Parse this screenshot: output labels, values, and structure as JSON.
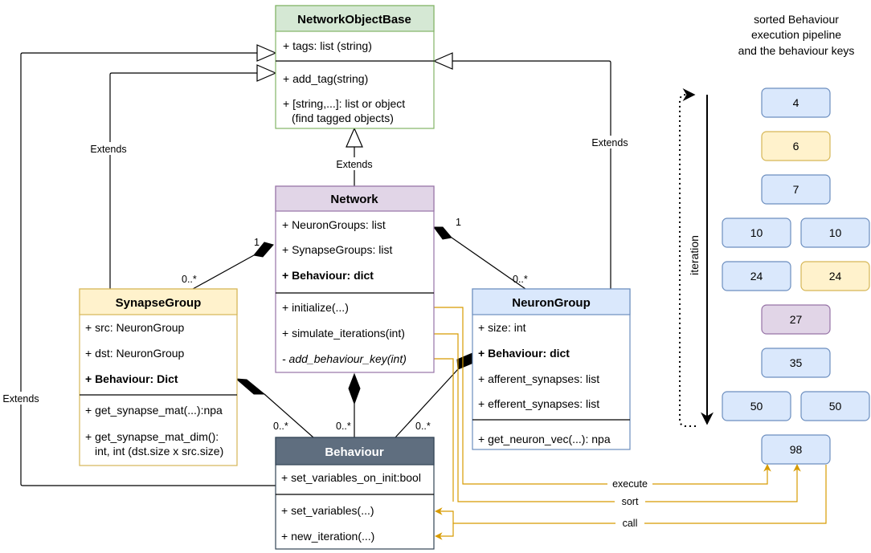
{
  "pipeline": {
    "title_lines": [
      "sorted Behaviour",
      "execution pipeline",
      "and the behaviour keys"
    ],
    "iteration_label": "iteration",
    "rows": [
      [
        {
          "key": "4",
          "kind": "network_object"
        }
      ],
      [
        {
          "key": "6",
          "kind": "synapse"
        }
      ],
      [
        {
          "key": "7",
          "kind": "network_object"
        }
      ],
      [
        {
          "key": "10",
          "kind": "network_object"
        },
        {
          "key": "10",
          "kind": "network_object"
        }
      ],
      [
        {
          "key": "24",
          "kind": "network_object"
        },
        {
          "key": "24",
          "kind": "synapse"
        }
      ],
      [
        {
          "key": "27",
          "kind": "network"
        }
      ],
      [
        {
          "key": "35",
          "kind": "network_object"
        }
      ],
      [
        {
          "key": "50",
          "kind": "network_object"
        },
        {
          "key": "50",
          "kind": "network_object"
        }
      ],
      [
        {
          "key": "98",
          "kind": "network_object"
        }
      ]
    ]
  },
  "classes": {
    "network_object_base": {
      "name": "NetworkObjectBase",
      "attrs": [
        "+ tags: list (string)"
      ],
      "methods": [
        "+ add_tag(string)",
        "+ [string,...]: list or object",
        "(find tagged objects)"
      ]
    },
    "network": {
      "name": "Network",
      "attrs": [
        "+ NeuronGroups: list",
        "+ SynapseGroups: list",
        "+ Behaviour: dict"
      ],
      "methods": [
        "+ initialize(...)",
        "+ simulate_iterations(int)",
        "- add_behaviour_key(int)"
      ]
    },
    "synapse_group": {
      "name": "SynapseGroup",
      "attrs": [
        "+ src: NeuronGroup",
        "+ dst: NeuronGroup",
        "+ Behaviour: Dict"
      ],
      "methods": [
        "+ get_synapse_mat(...):npa",
        "+ get_synapse_mat_dim():",
        "int, int (dst.size x src.size)"
      ]
    },
    "neuron_group": {
      "name": "NeuronGroup",
      "attrs": [
        "+ size: int",
        "+ Behaviour: dict",
        "+ afferent_synapses: list",
        "+ efferent_synapses: list"
      ],
      "methods": [
        "+ get_neuron_vec(...): npa"
      ]
    },
    "behaviour": {
      "name": "Behaviour",
      "attrs": [
        "+ set_variables_on_init:bool"
      ],
      "methods": [
        "+ set_variables(...)",
        "+ new_iteration(...)"
      ]
    }
  },
  "relations": {
    "extends": "Extends",
    "one": "1",
    "many": "0..*"
  },
  "flow_labels": {
    "execute": "execute",
    "sort": "sort",
    "call": "call"
  },
  "colors": {
    "network_object_fill": "#dae8fc",
    "network_object_stroke": "#6c8ebf",
    "synapse_fill": "#fff2cc",
    "synapse_stroke": "#d6b656",
    "network_fill": "#e1d5e7",
    "network_stroke": "#9673a6",
    "base_header_fill": "#d5e8d4",
    "base_stroke": "#82b366",
    "behaviour_header_fill": "#5f6e7f",
    "flow_arrow": "#d79b00"
  }
}
